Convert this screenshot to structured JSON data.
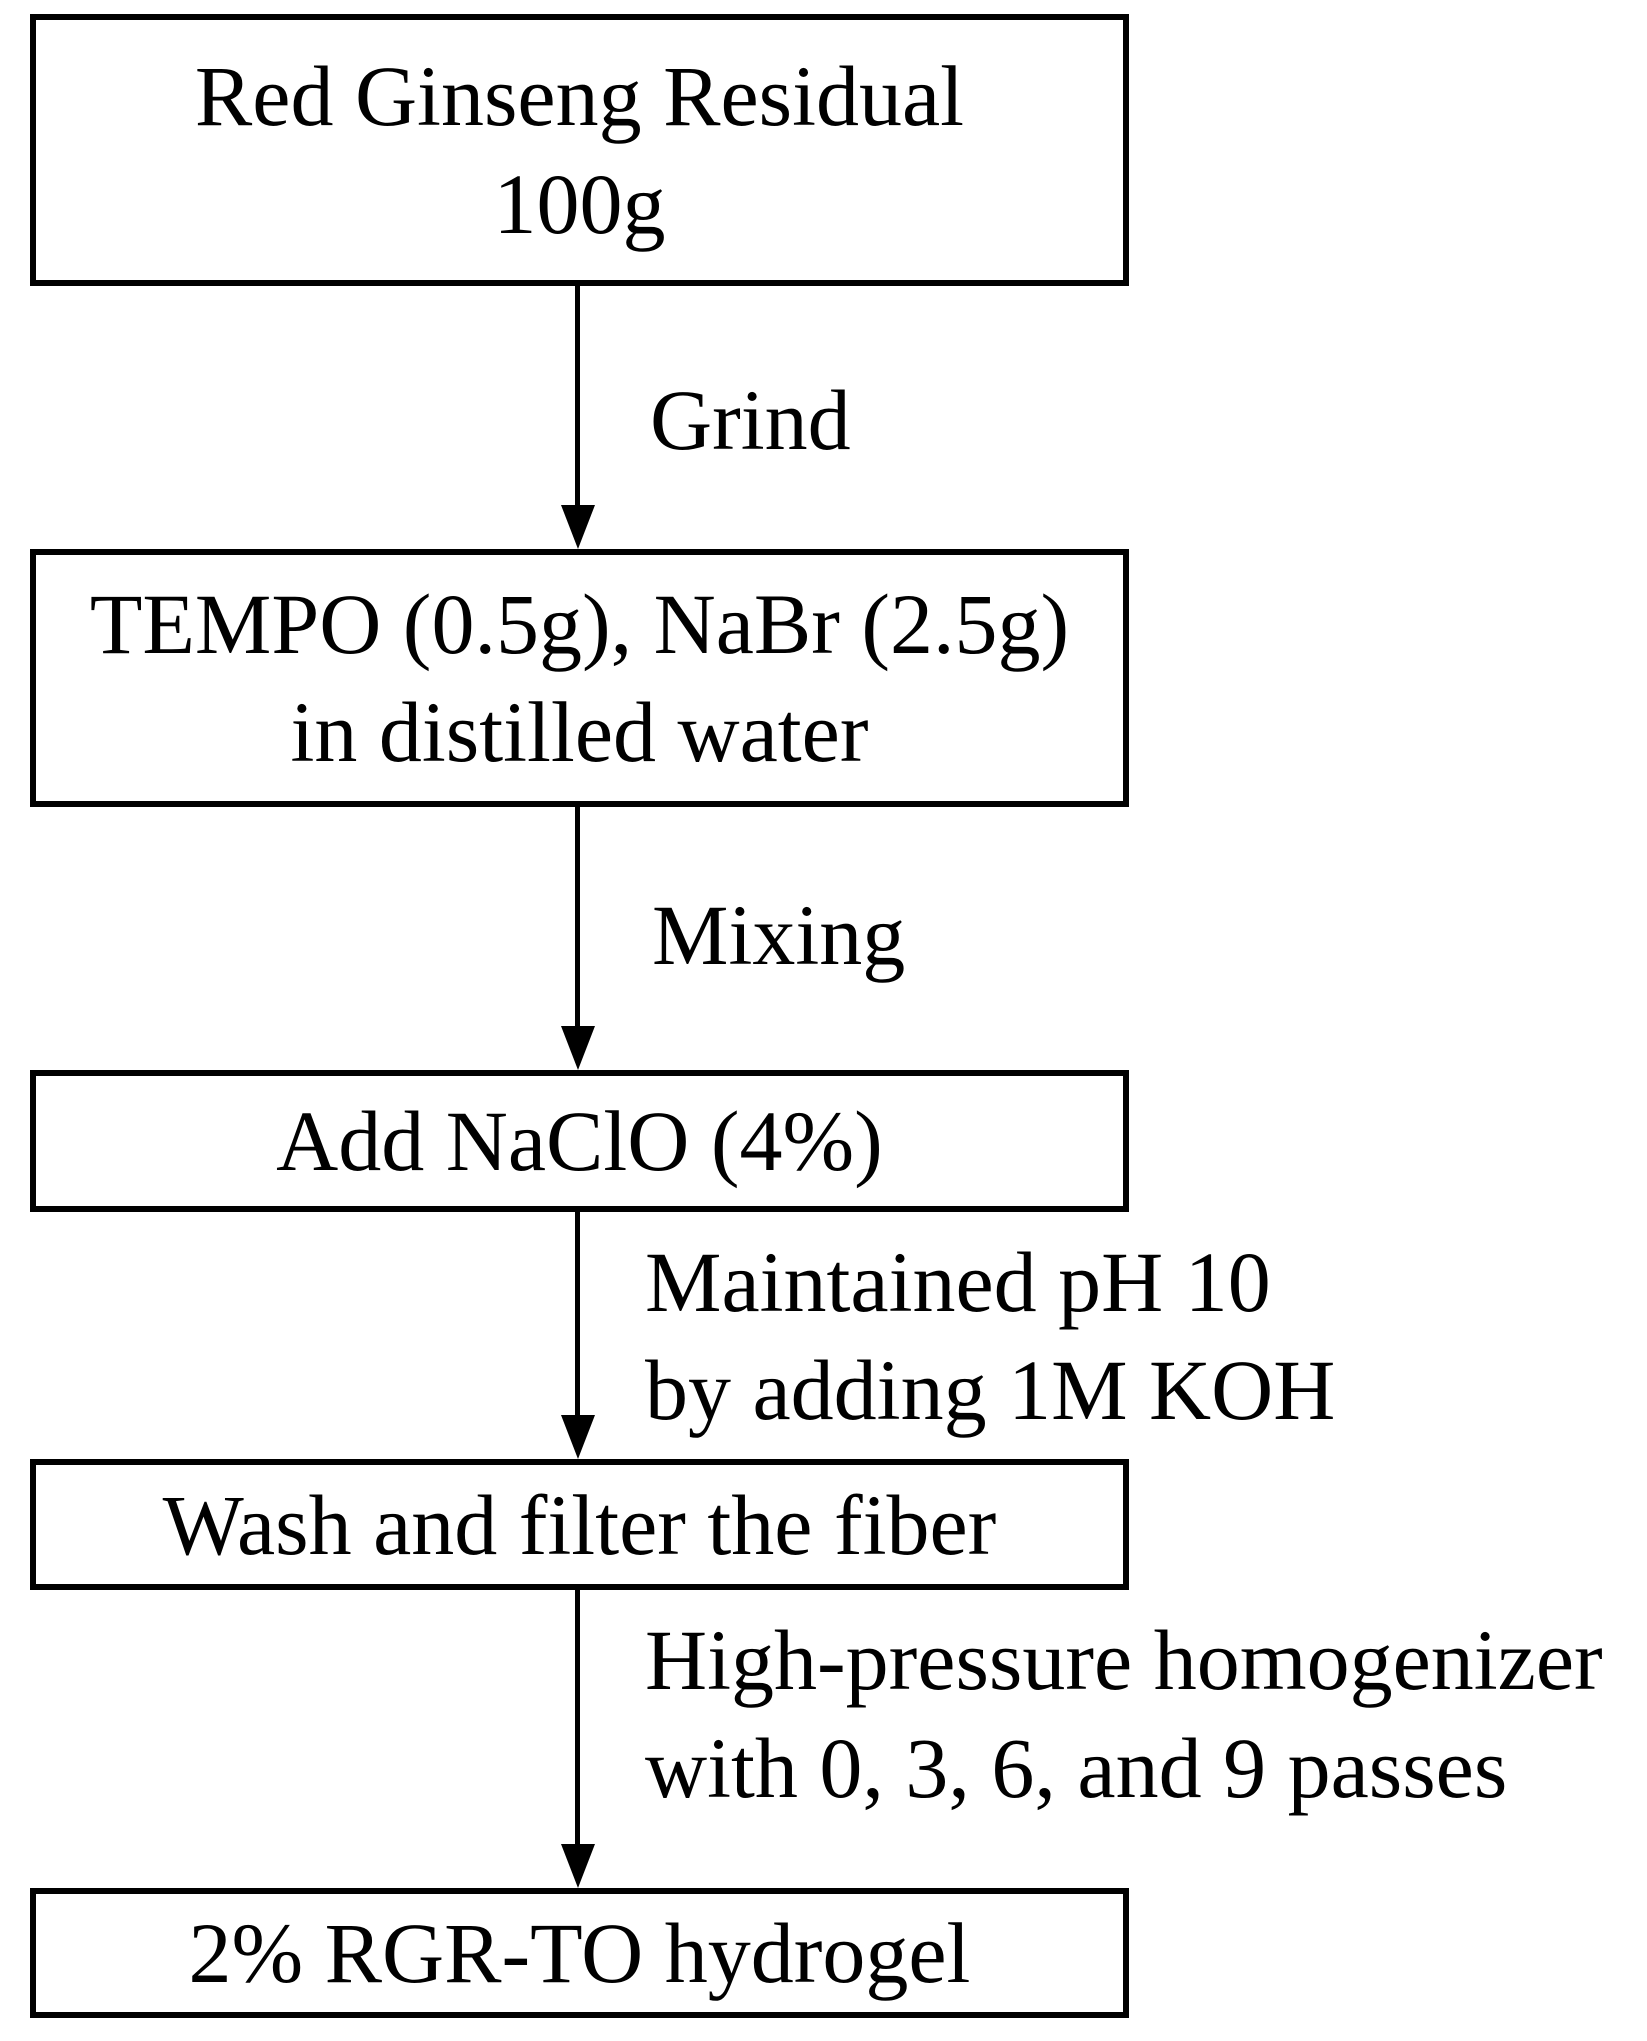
{
  "diagram": {
    "type": "flowchart",
    "colors": {
      "foreground": "#000000",
      "background": "#ffffff"
    },
    "boxes": [
      {
        "id": "red-ginseng-residual",
        "lines": [
          "Red Ginseng Residual",
          "100g"
        ]
      },
      {
        "id": "tempo-nabr",
        "lines": [
          "TEMPO (0.5g), NaBr (2.5g)",
          "in distilled water"
        ]
      },
      {
        "id": "add-naclo",
        "lines": [
          "Add NaClO (4%)"
        ]
      },
      {
        "id": "wash-filter",
        "lines": [
          "Wash and filter the fiber"
        ]
      },
      {
        "id": "rgr-to-hydrogel",
        "lines": [
          "2% RGR-TO hydrogel"
        ]
      }
    ],
    "arrows": [
      {
        "id": "arrow-grind",
        "label_lines": [
          "Grind"
        ]
      },
      {
        "id": "arrow-mixing",
        "label_lines": [
          "Mixing"
        ]
      },
      {
        "id": "arrow-ph",
        "label_lines": [
          "Maintained pH 10",
          "by adding 1M KOH"
        ]
      },
      {
        "id": "arrow-homogenizer",
        "label_lines": [
          "High-pressure homogenizer",
          "with 0, 3, 6, and 9 passes"
        ]
      }
    ]
  }
}
